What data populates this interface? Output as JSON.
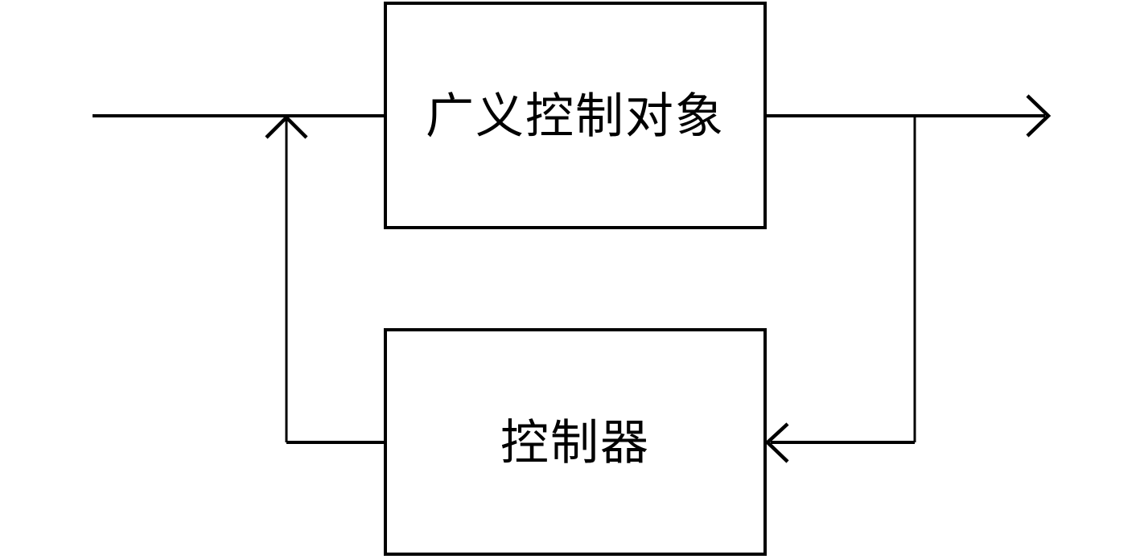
{
  "diagram": {
    "type": "feedback-control-block-diagram",
    "background_color": "#ffffff",
    "line_color": "#000000",
    "blocks": [
      {
        "id": "generalized-plant",
        "label": "广义控制对象"
      },
      {
        "id": "controller",
        "label": "控制器"
      }
    ],
    "arrows": [
      {
        "id": "input-arrow-up",
        "direction": "up",
        "meaning": "feedback joins input line"
      },
      {
        "id": "output-arrow-right",
        "direction": "right",
        "meaning": "system output"
      },
      {
        "id": "controller-arrow-left",
        "direction": "left",
        "meaning": "output branch into controller"
      }
    ]
  }
}
